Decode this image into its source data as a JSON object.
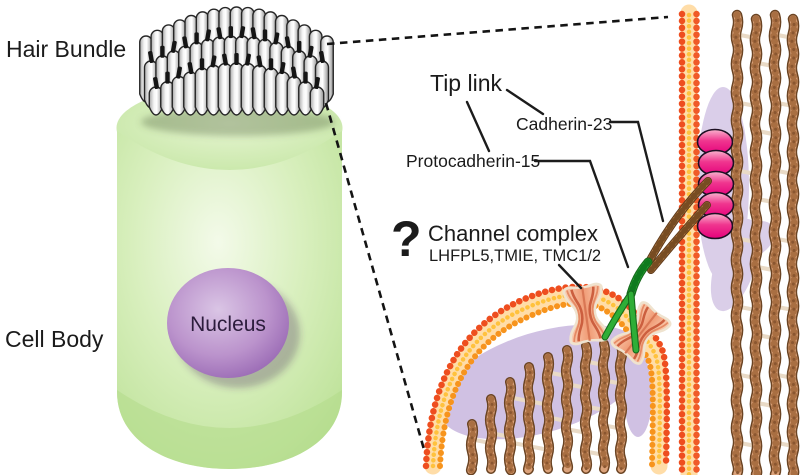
{
  "figure": {
    "labels": {
      "hair_bundle": "Hair Bundle",
      "cell_body": "Cell Body",
      "nucleus": "Nucleus",
      "tip_link": "Tip link",
      "cadherin23": "Cadherin-23",
      "protocadherin15": "Protocadherin-15",
      "question_mark": "?",
      "channel_complex": "Channel complex",
      "channel_subunits": "LHFPL5,TMIE, TMC1/2"
    },
    "colors": {
      "cell_body_green": "#c9e8a6",
      "cell_body_edge_green": "#abd884",
      "nucleus_purple": "#9a68b2",
      "stereocilia_gray": "#d9d9d9",
      "membrane_orange": "#ee4e1f",
      "membrane_band": "#ffdda8",
      "membrane_inner_yellow": "#ffc23d",
      "actin_tan": "#dba27a",
      "actin_outline": "#6b4423",
      "actin_bead": "#a96f42",
      "crosslink_tan": "#e9dac6",
      "cadherin23_brown": "#b07a44",
      "cadherin23_outline": "#5f3a1a",
      "protocadherin15_green": "#2fae37",
      "protocadherin15_outline": "#166b1d",
      "plaque_pink": "#ec1075",
      "density_purple": "#cfc0e3",
      "channel_salmon": "#f09a74",
      "text_black": "#1b1b1b"
    }
  }
}
